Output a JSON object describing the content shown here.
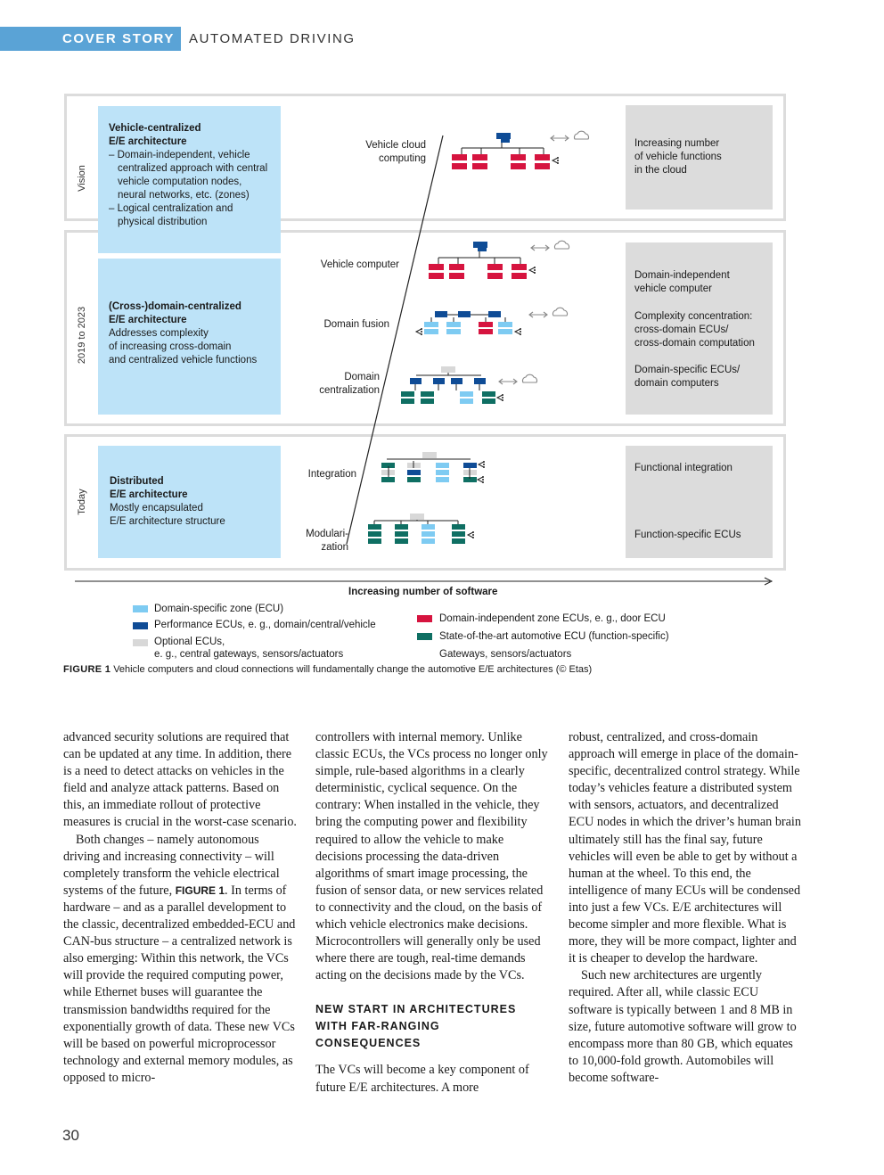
{
  "header": {
    "section": "COVER STORY",
    "topic": "AUTOMATED DRIVING"
  },
  "figure": {
    "rows": {
      "vision": "Vision",
      "mid": "2019 to 2023",
      "today": "Today"
    },
    "blue_boxes": {
      "vision": {
        "title1": "Vehicle-centralized",
        "title2": "E/E architecture",
        "item1": "– Domain-independent, vehicle centralized approach with central vehicle computation nodes, neural networks, etc. (zones)",
        "item2": "– Logical centralization and physical distribution"
      },
      "mid": {
        "title1": "(Cross-)domain-centralized",
        "title2": "E/E architecture",
        "line1": "Addresses complexity",
        "line2": "of increasing cross-domain",
        "line3": "and centralized vehicle functions"
      },
      "today": {
        "title1": "Distributed",
        "title2": "E/E architecture",
        "line1": "Mostly encapsulated",
        "line2": "E/E architecture structure"
      }
    },
    "stages": {
      "cloud1": "Vehicle cloud",
      "cloud2": "computing",
      "vc": "Vehicle computer",
      "fusion": "Domain fusion",
      "dc1": "Domain",
      "dc2": "centralization",
      "integration": "Integration",
      "mod1": "Modulari-",
      "mod2": "zation"
    },
    "grey_boxes": {
      "vision1": "Increasing number",
      "vision2": "of vehicle functions",
      "vision3": "in the cloud",
      "mid_a1": "Domain-independent",
      "mid_a2": "vehicle computer",
      "mid_b1": "Complexity concentration:",
      "mid_b2": "cross-domain ECUs/",
      "mid_b3": "cross-domain computation",
      "mid_c1": "Domain-specific ECUs/",
      "mid_c2": "domain computers",
      "today_a": "Functional integration",
      "today_b": "Function-specific ECUs"
    },
    "x_axis_label": "Increasing number of software",
    "legend": {
      "zone": "Domain-specific zone (ECU)",
      "perf": "Performance ECUs, e. g., domain/central/vehicle",
      "opt1": "Optional ECUs,",
      "opt2": "e. g., central gateways, sensors/actuators",
      "indep": "Domain-independent zone ECUs, e. g., door ECU",
      "sota": "State-of-the-art automotive ECU (function-specific)",
      "gw": "Gateways, sensors/actuators"
    },
    "colors": {
      "zone": "#7ecbf2",
      "perf": "#0f4c96",
      "opt": "#d8d8d8",
      "indep": "#d6143f",
      "sota": "#0f6f63",
      "blue_box": "#bde3f8",
      "grey_box": "#dcdcdc",
      "header": "#5aa3d6"
    },
    "caption_label": "FIGURE 1",
    "caption_text": "Vehicle computers and cloud connections will fundamentally change the automotive E/E architectures (© Etas)"
  },
  "body": {
    "col1_p1": "advanced security solutions are required that can be updated at any time. In addition, there is a need to detect attacks on vehicles in the field and analyze attack patterns. Based on this, an immediate rollout of protective measures is crucial in the worst-case scenario.",
    "col1_p2a": "Both changes – namely autonomous driving and increasing connectivity – will completely transform the vehicle electrical systems of the future, ",
    "col1_p2_ref": "FIGURE 1",
    "col1_p2b": ". In terms of hardware – and as a parallel development to the classic, decentralized embedded-ECU and CAN-bus structure – a centralized network is also emerging: Within this network, the VCs will provide the required computing power, while Ethernet buses will guarantee the transmission bandwidths required for the exponentially growth of data. These new VCs will be based on powerful microprocessor technology and external memory modules, as opposed to micro-",
    "col2_p1": "controllers with internal memory. Unlike classic ECUs, the VCs process no longer only simple, rule-based algorithms in a clearly deterministic, cyclical sequence. On the contrary: When installed in the vehicle, they bring the computing power and flexibility required to allow the vehicle to make decisions processing the data-driven algorithms of smart image processing, the fusion of sensor data, or new services related to connectivity and the cloud, on the basis of which vehicle electronics make decisions. Microcontrollers will generally only be used where there are tough, real-time demands acting on the decisions made by the VCs.",
    "col2_head1": "NEW START IN ARCHITECTURES",
    "col2_head2": "WITH FAR-RANGING CONSEQUENCES",
    "col2_p2": "The VCs will become a key component of future E/E architectures. A more",
    "col3_p1": "robust, centralized, and cross-domain approach will emerge in place of the domain-specific, decentralized control strategy. While today’s vehicles feature a distributed system with sensors, actuators, and decentralized ECU nodes in which the driver’s human brain ultimately still has the final say, future vehicles will even be able to get by without a human at the wheel. To this end, the intelligence of many ECUs will be condensed into just a few VCs. E/E architectures will become simpler and more flexible. What is more, they will be more compact, lighter and it is cheaper to develop the hardware.",
    "col3_p2": "Such new architectures are urgently required. After all, while classic ECU software is typically between 1 and 8 MB in size, future automotive software will grow to encompass more than 80 GB, which equates to 10,000-fold growth. Automobiles will become software-"
  },
  "page_number": "30"
}
